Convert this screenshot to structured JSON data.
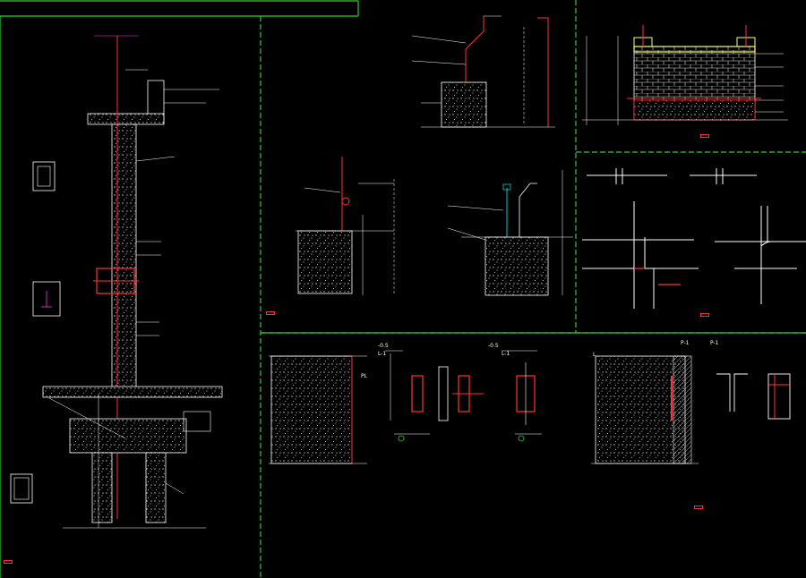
{
  "header_note": "",
  "panel_titles": {
    "left": "",
    "mid_upper": "",
    "right_upper": "",
    "right_mid": "",
    "right_lower": ""
  },
  "section_captions": {
    "mid_note": "",
    "lower_left": "",
    "lower_mid": "",
    "lower_right": ""
  },
  "labels": {
    "dim_r1": "-0.5",
    "dim_r2": "-0.5",
    "dim_l1": "L-1",
    "dim_l2": "L-1",
    "p1": "P-1",
    "p2": "P-1",
    "pl": "PL",
    "l": "L"
  },
  "colors": {
    "background": "#000000",
    "frame": "#33cc33",
    "linework": "#ffffff",
    "highlight": "#ff3333",
    "annotation": "#ff33ff",
    "concrete": "#bbbbbb",
    "grid_accent": "#00cccc",
    "brick": "#ffff66"
  },
  "notes_lines": [
    "",
    "",
    "",
    "",
    "",
    "",
    "",
    ""
  ]
}
